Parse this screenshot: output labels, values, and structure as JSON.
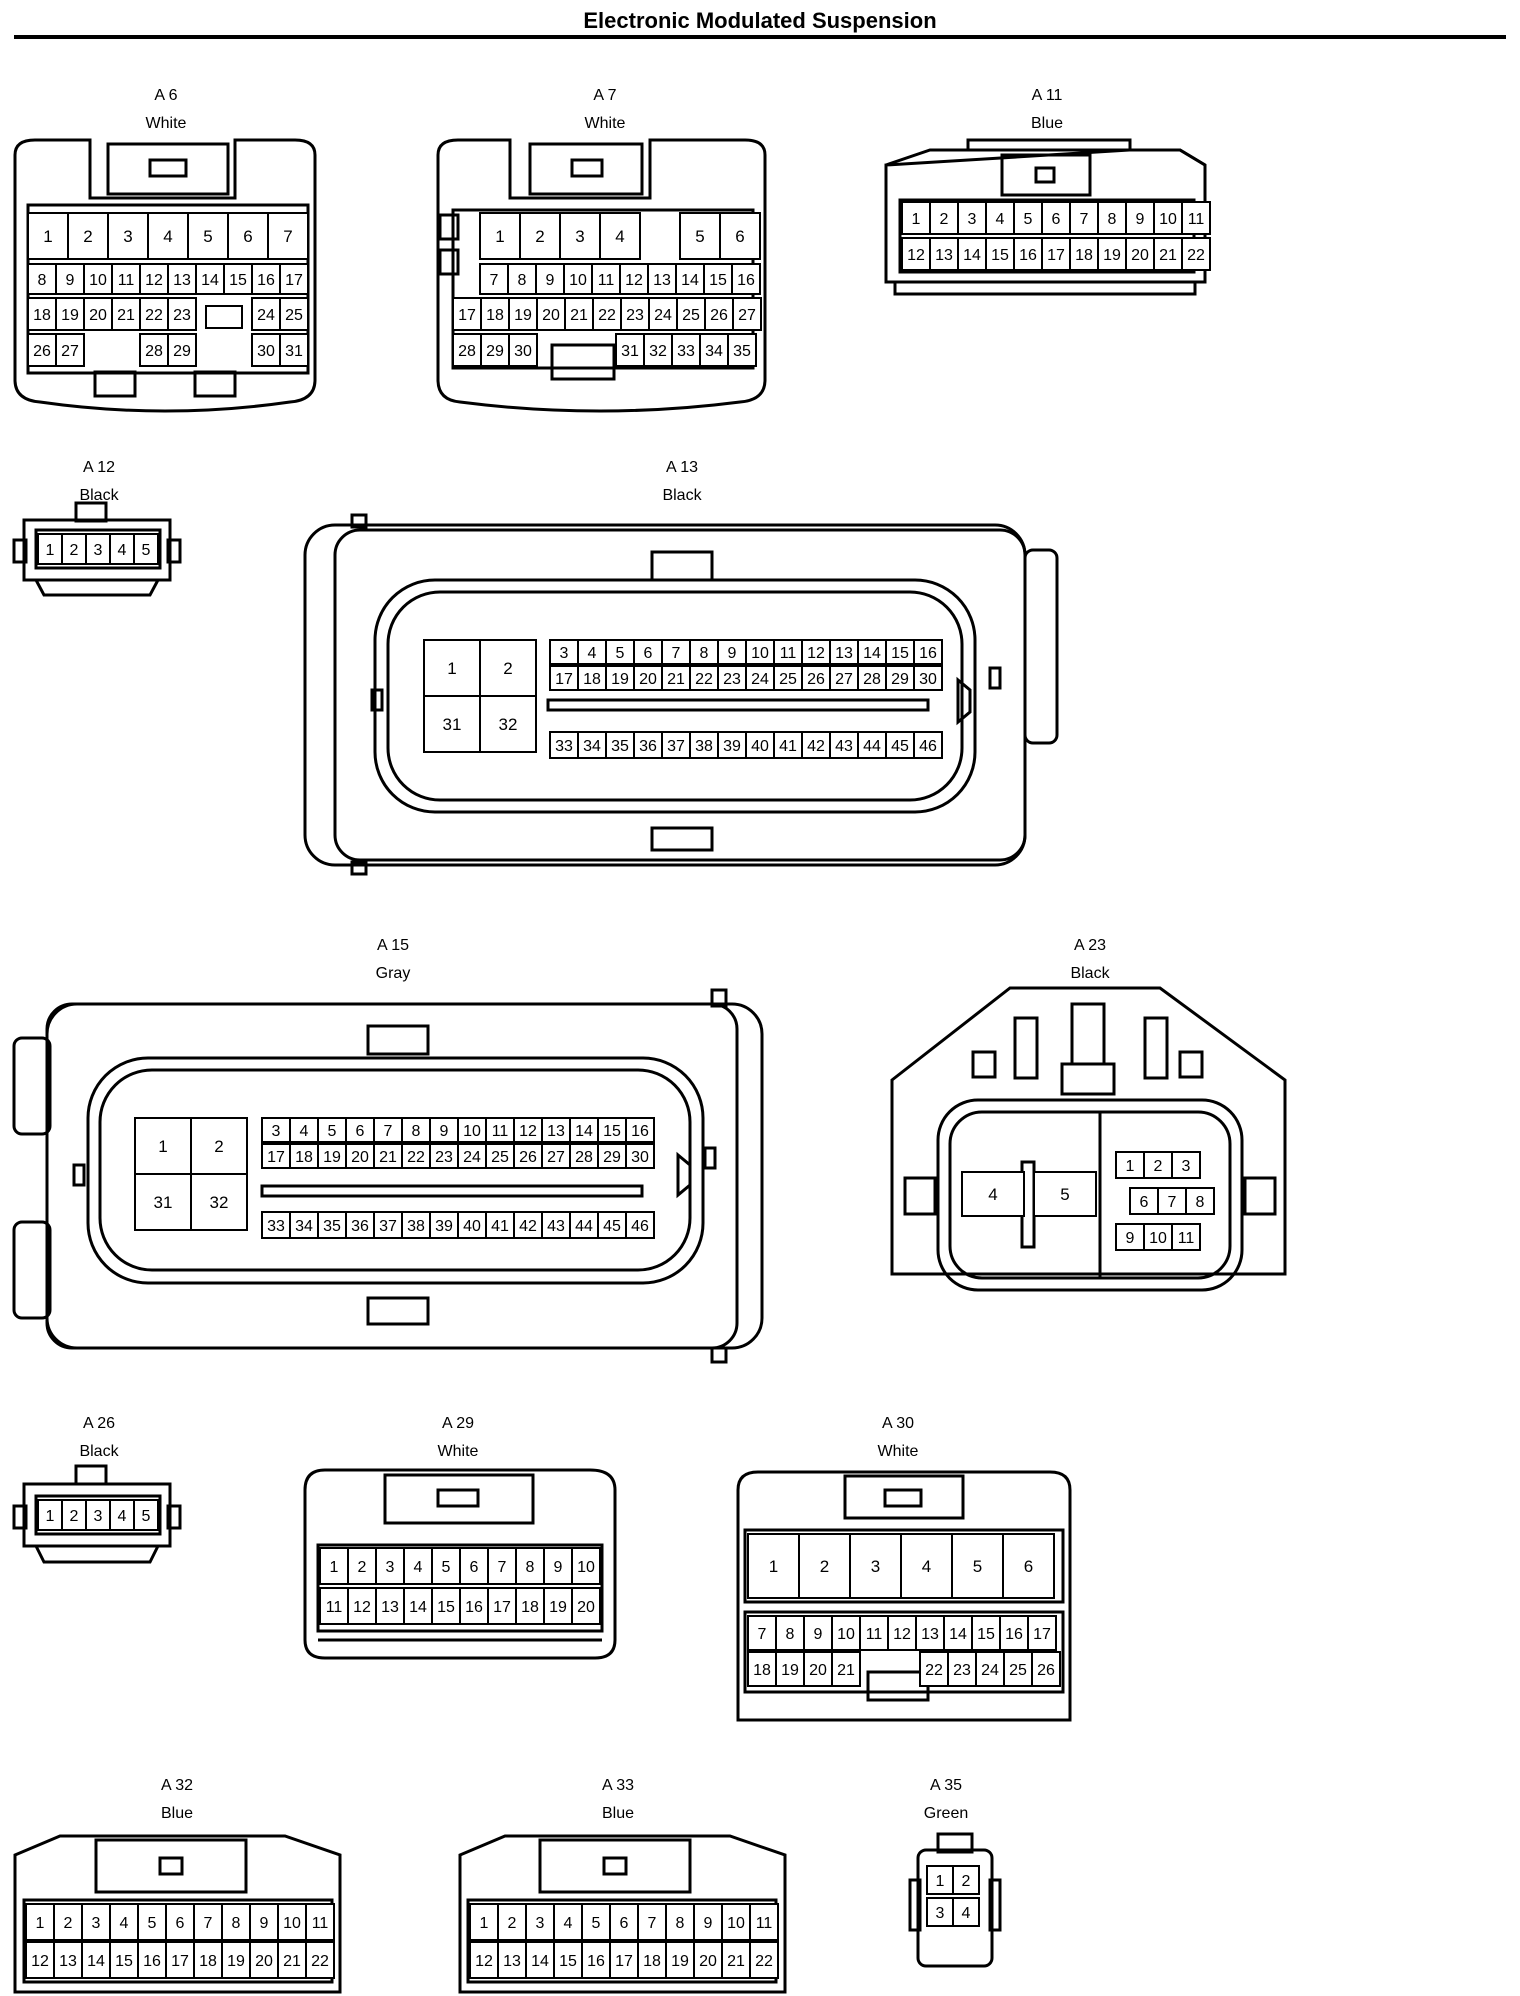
{
  "title": "Electronic Modulated Suspension",
  "connectors": [
    {
      "id": "A6",
      "name": "A 6",
      "color": "White"
    },
    {
      "id": "A7",
      "name": "A 7",
      "color": "White"
    },
    {
      "id": "A11",
      "name": "A 11",
      "color": "Blue"
    },
    {
      "id": "A12",
      "name": "A 12",
      "color": "Black"
    },
    {
      "id": "A13",
      "name": "A 13",
      "color": "Black"
    },
    {
      "id": "A15",
      "name": "A 15",
      "color": "Gray"
    },
    {
      "id": "A23",
      "name": "A 23",
      "color": "Black"
    },
    {
      "id": "A26",
      "name": "A 26",
      "color": "Black"
    },
    {
      "id": "A29",
      "name": "A 29",
      "color": "White"
    },
    {
      "id": "A30",
      "name": "A 30",
      "color": "White"
    },
    {
      "id": "A32",
      "name": "A 32",
      "color": "Blue"
    },
    {
      "id": "A33",
      "name": "A 33",
      "color": "Blue"
    },
    {
      "id": "A35",
      "name": "A 35",
      "color": "Green"
    }
  ]
}
